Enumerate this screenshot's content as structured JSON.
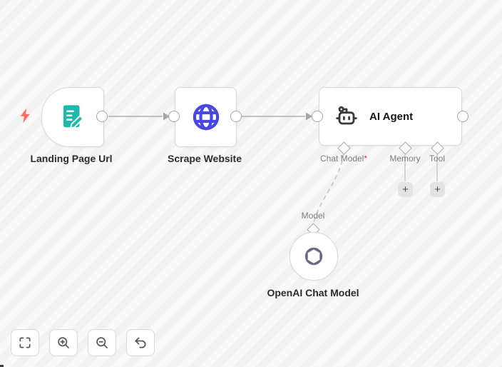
{
  "canvas": {
    "background_stripe_light": "#f9f9f9",
    "background_stripe_dark": "#f2f2f3"
  },
  "nodes": {
    "landing": {
      "label": "Landing Page Url",
      "icon": "form-edit-icon",
      "icon_color": "#1eb8ac"
    },
    "scrape": {
      "label": "Scrape Website",
      "icon": "globe-icon",
      "icon_color": "#4848e0"
    },
    "agent": {
      "label": "AI Agent",
      "icon": "robot-icon",
      "ports": {
        "chat_model": {
          "label": "Chat Model",
          "required_marker": "*"
        },
        "memory": {
          "label": "Memory",
          "add_label": "+"
        },
        "tool": {
          "label": "Tool",
          "add_label": "+"
        }
      }
    },
    "openai": {
      "label": "OpenAI Chat Model",
      "icon": "openai-icon",
      "icon_color": "#6b6b80",
      "input_label": "Model"
    }
  },
  "colors": {
    "trigger_bolt": "#ff6e5f",
    "required_asterisk": "#dc3a32",
    "edge_line": "#c0c0c0",
    "edge_arrow": "#a6a6a6",
    "node_border": "#d8d8d8"
  },
  "toolbar": {
    "buttons": [
      {
        "name": "fit-view"
      },
      {
        "name": "zoom-in"
      },
      {
        "name": "zoom-out"
      },
      {
        "name": "undo"
      }
    ]
  }
}
